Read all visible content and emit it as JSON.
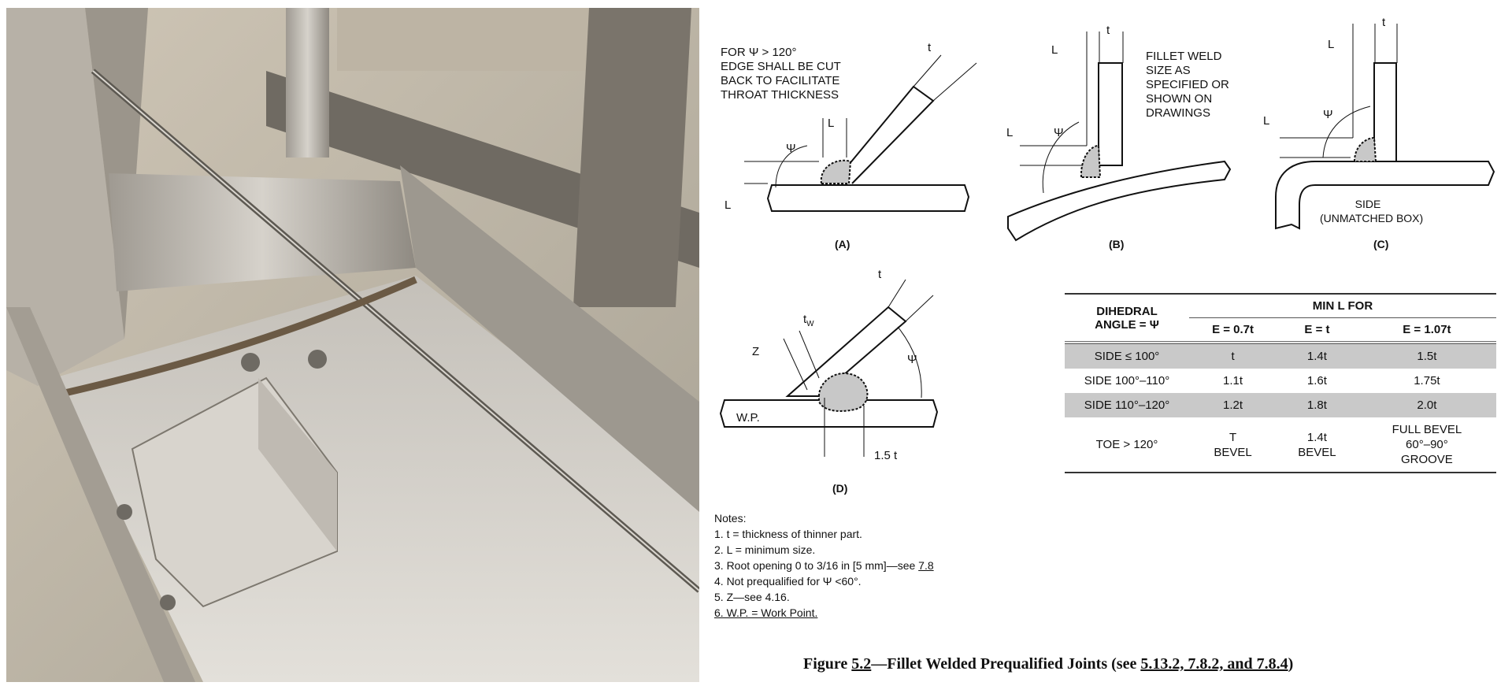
{
  "diagram_a": {
    "note_lines": [
      "FOR Ψ > 120°",
      "EDGE SHALL BE CUT",
      "BACK TO FACILITATE",
      "THROAT THICKNESS"
    ],
    "t": "t",
    "L_top": "L",
    "L_side": "L",
    "psi": "Ψ",
    "caption": "(A)"
  },
  "diagram_b": {
    "note_lines": [
      "FILLET WELD",
      "SIZE AS",
      "SPECIFIED OR",
      "SHOWN ON",
      "DRAWINGS"
    ],
    "t": "t",
    "L_top": "L",
    "L_side": "L",
    "psi": "Ψ",
    "caption": "(B)"
  },
  "diagram_c": {
    "t": "t",
    "L_top": "L",
    "L_side": "L",
    "psi": "Ψ",
    "side_lines": [
      "SIDE",
      "(UNMATCHED BOX)"
    ],
    "caption": "(C)"
  },
  "diagram_d": {
    "t": "t",
    "tw": "t",
    "tw_sub": "W",
    "z": "Z",
    "psi": "Ψ",
    "wp": "W.P.",
    "dim": "1.5 t",
    "caption": "(D)"
  },
  "table": {
    "col0_header": [
      "DIHEDRAL",
      "ANGLE = Ψ"
    ],
    "group_header": "MIN L FOR",
    "sub_headers": [
      "E = 0.7t",
      "E = t",
      "E = 1.07t"
    ],
    "rows": [
      {
        "angle": "SIDE ≤ 100°",
        "c1": [
          "t"
        ],
        "c2": [
          "1.4t"
        ],
        "c3": [
          "1.5t"
        ]
      },
      {
        "angle": "SIDE 100°–110°",
        "c1": [
          "1.1t"
        ],
        "c2": [
          "1.6t"
        ],
        "c3": [
          "1.75t"
        ]
      },
      {
        "angle": "SIDE 110°–120°",
        "c1": [
          "1.2t"
        ],
        "c2": [
          "1.8t"
        ],
        "c3": [
          "2.0t"
        ]
      },
      {
        "angle": "TOE > 120°",
        "c1": [
          "T",
          "BEVEL"
        ],
        "c2": [
          "1.4t",
          "BEVEL"
        ],
        "c3": [
          "FULL BEVEL",
          "60°–90°",
          "GROOVE"
        ]
      }
    ]
  },
  "notes": {
    "title": "Notes:",
    "items": [
      {
        "text": "1. t = thickness of thinner part."
      },
      {
        "text": "2. L = minimum size."
      },
      {
        "text": "3. Root opening 0 to 3/16 in [5 mm]—see ",
        "link": "7.8"
      },
      {
        "text": "4. Not prequalified for Ψ <60°."
      },
      {
        "text": "5. Z—see 4.16."
      },
      {
        "text": "6. W.P. = Work Point."
      }
    ]
  },
  "caption": {
    "prefix": "Figure ",
    "fig": "5.2",
    "middle": "—Fillet Welded Prequalified Joints (see ",
    "refs": "5.13.2, 7.8.2, and 7.8.4",
    "suffix": ")"
  },
  "colors": {
    "weld_fill": "#c8c8c8",
    "table_shade": "#c9c9c9",
    "steel": "#b9b4ab"
  }
}
